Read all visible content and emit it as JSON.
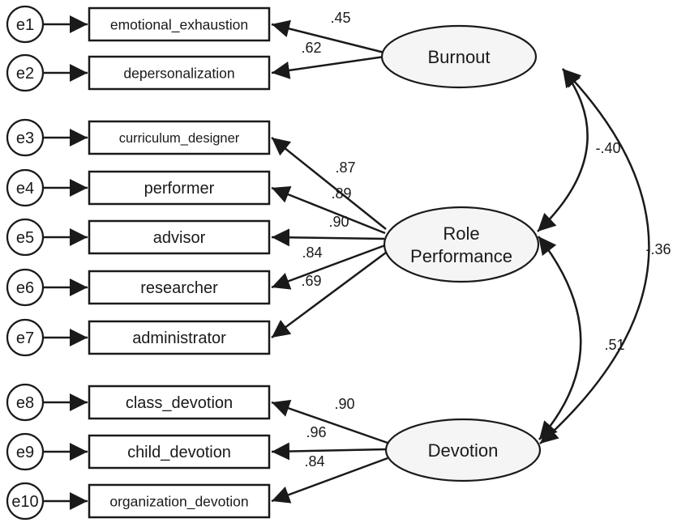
{
  "latents": [
    {
      "id": "burnout",
      "lines": [
        "Burnout"
      ]
    },
    {
      "id": "role",
      "lines": [
        "Role",
        "Performance"
      ]
    },
    {
      "id": "devotion",
      "lines": [
        "Devotion"
      ]
    }
  ],
  "indicators": [
    {
      "id": "i1",
      "label": "emotional_exhaustion",
      "error": "e1",
      "latent": "burnout",
      "loading": ".45"
    },
    {
      "id": "i2",
      "label": "depersonalization",
      "error": "e2",
      "latent": "burnout",
      "loading": ".62"
    },
    {
      "id": "i3",
      "label": "curriculum_designer",
      "error": "e3",
      "latent": "role",
      "loading": ".87"
    },
    {
      "id": "i4",
      "label": "performer",
      "error": "e4",
      "latent": "role",
      "loading": ".89"
    },
    {
      "id": "i5",
      "label": "advisor",
      "error": "e5",
      "latent": "role",
      "loading": ".90"
    },
    {
      "id": "i6",
      "label": "researcher",
      "error": "e6",
      "latent": "role",
      "loading": ".84"
    },
    {
      "id": "i7",
      "label": "administrator",
      "error": "e7",
      "latent": "role",
      "loading": ".69"
    },
    {
      "id": "i8",
      "label": "class_devotion",
      "error": "e8",
      "latent": "devotion",
      "loading": ".90"
    },
    {
      "id": "i9",
      "label": "child_devotion",
      "error": "e9",
      "latent": "devotion",
      "loading": ".96"
    },
    {
      "id": "i10",
      "label": "organization_devotion",
      "error": "e10",
      "latent": "devotion",
      "loading": ".84"
    }
  ],
  "covariances": [
    {
      "from": "burnout",
      "to": "role",
      "value": "-.40"
    },
    {
      "from": "role",
      "to": "devotion",
      "value": ".51"
    },
    {
      "from": "burnout",
      "to": "devotion",
      "value": "-.36"
    }
  ]
}
